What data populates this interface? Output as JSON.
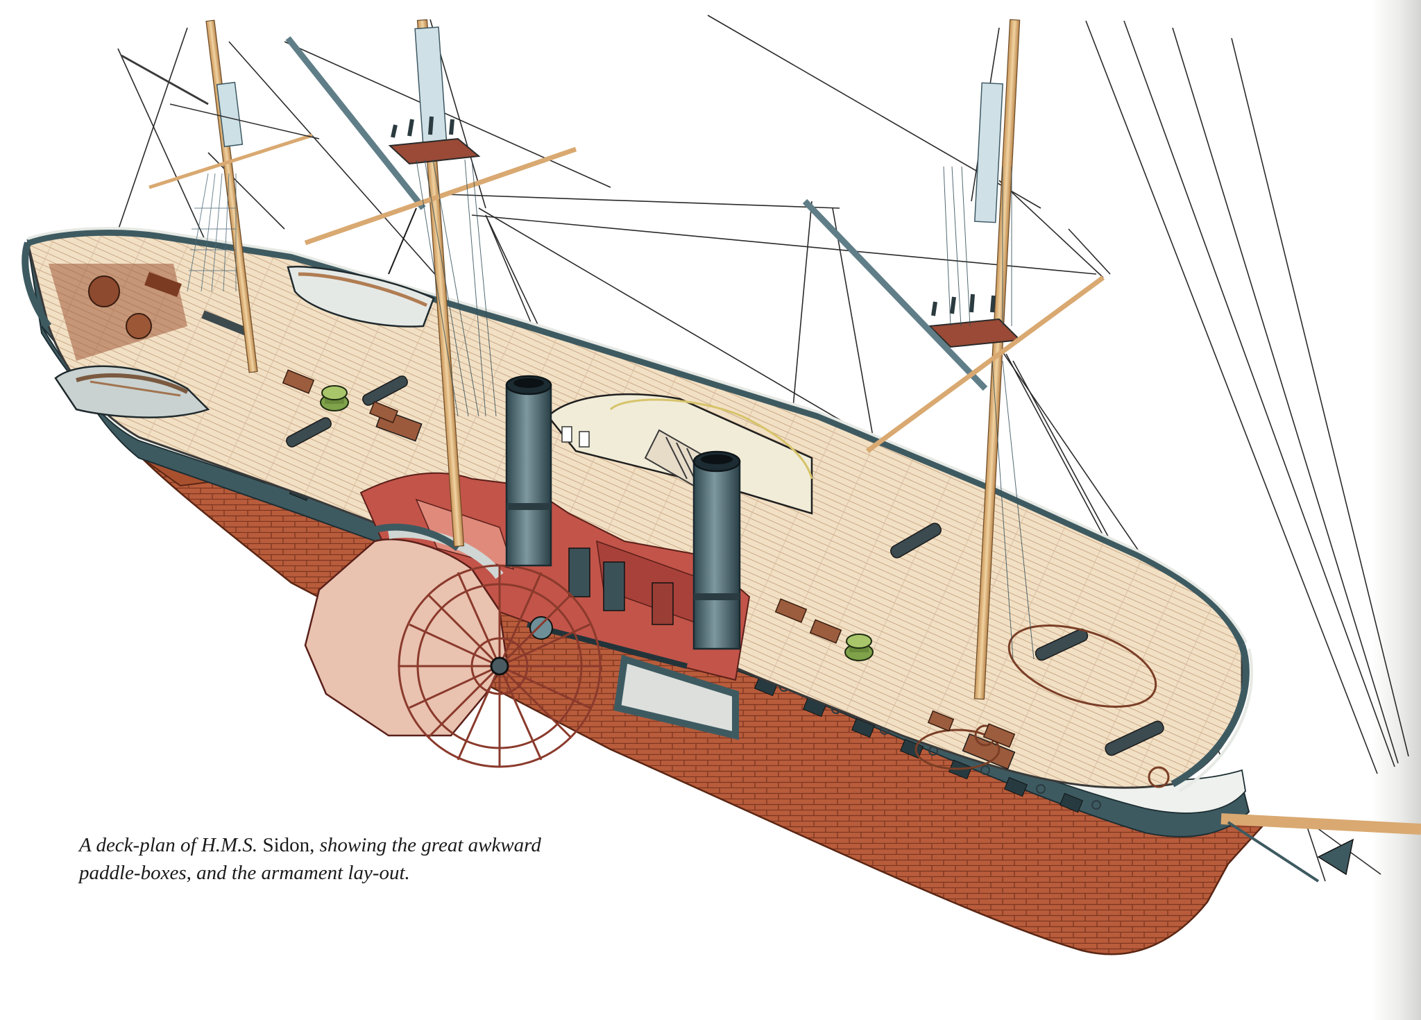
{
  "caption": {
    "line1_part1": "A deck-plan of H.M.S.",
    "line1_ship": " Sidon,",
    "line1_part2": " showing the great awkward",
    "line2": "paddle-boxes, and the armament lay-out."
  },
  "illustration": {
    "subject": "cutaway drawing of a paddle steam frigate",
    "colors": {
      "hull_copper": "#b75b3a",
      "hull_band": "#3f5c63",
      "deck_planks": "#f0dcc0",
      "interior_red": "#c5544a",
      "funnel": "#46606a",
      "mast_wood": "#deb57e",
      "paddle_wheel": "#8a3a2c"
    }
  }
}
